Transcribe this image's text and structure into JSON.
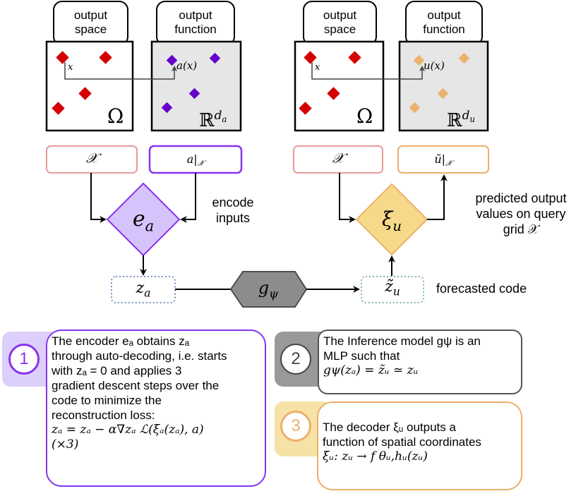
{
  "colors": {
    "red_point": "#d40000",
    "purple_point": "#6600cc",
    "orange_point": "#eab26e",
    "pink_border": "#e89a9a",
    "purple_border": "#8833ee",
    "orange_border": "#edaf6a",
    "encoder_fill": "#d7c3fb",
    "decoder_fill": "#f6d98a",
    "hex_fill": "#8c8c8c",
    "gray_panel": "#e6e6e6",
    "code_a_border": "#7a8fc0",
    "code_u_border": "#7fb8a4",
    "card1_bg": "#ddcffb",
    "card2_bg": "#999999",
    "card3_bg": "#f6e2a6"
  },
  "input_side": {
    "space_tab": [
      "output",
      "space"
    ],
    "function_tab": [
      "output",
      "function"
    ],
    "point_label": "x",
    "function_point_label": "a(x)",
    "space_symbol": "Ω",
    "function_space_symbol": "ℝ",
    "function_space_sup": "d",
    "function_space_sup_sub": "a"
  },
  "output_side": {
    "space_tab": [
      "output",
      "space"
    ],
    "function_tab": [
      "output",
      "function"
    ],
    "point_label": "x",
    "function_point_label": "u(x)",
    "space_symbol": "Ω",
    "function_space_symbol": "ℝ",
    "function_space_sup": "d",
    "function_space_sup_sub": "u"
  },
  "nodes": {
    "grid_in": "𝒳",
    "a_on_grid": "a|",
    "a_on_grid_sub": "𝒳",
    "grid_out": "𝒳",
    "u_pred": "ũ|",
    "u_pred_sub": "𝒳",
    "encoder": "e",
    "encoder_sub": "a",
    "decoder": "ξ",
    "decoder_sub": "u",
    "code_a": "z",
    "code_a_sub": "a",
    "inference": "g",
    "inference_sub": "ψ",
    "code_u": "z̃",
    "code_u_sub": "u"
  },
  "annotations": {
    "encode_inputs": [
      "encode",
      "inputs"
    ],
    "predicted": [
      "predicted output",
      "values on query",
      "grid 𝒳"
    ],
    "forecasted": "forecasted code"
  },
  "cards": [
    {
      "number": "1",
      "lines": [
        "The encoder eₐ obtains zₐ",
        "through auto-decoding, i.e. starts",
        "with zₐ = 0 and applies 3",
        "gradient descent steps over the",
        "code to minimize the",
        "reconstruction loss:",
        "zₐ = zₐ − α∇zₐ ℒ(ξₐ(zₐ), a)",
        "(×3)"
      ]
    },
    {
      "number": "2",
      "lines": [
        "The Inference model gψ is an",
        "MLP such that",
        "gψ(zₐ) = z̃ᵤ ≃ zᵤ"
      ]
    },
    {
      "number": "3",
      "lines": [
        "The decoder ξᵤ outputs a",
        "function of spatial coordinates",
        "ξᵤ: zᵤ → f θᵤ,hᵤ(zᵤ)"
      ]
    }
  ]
}
